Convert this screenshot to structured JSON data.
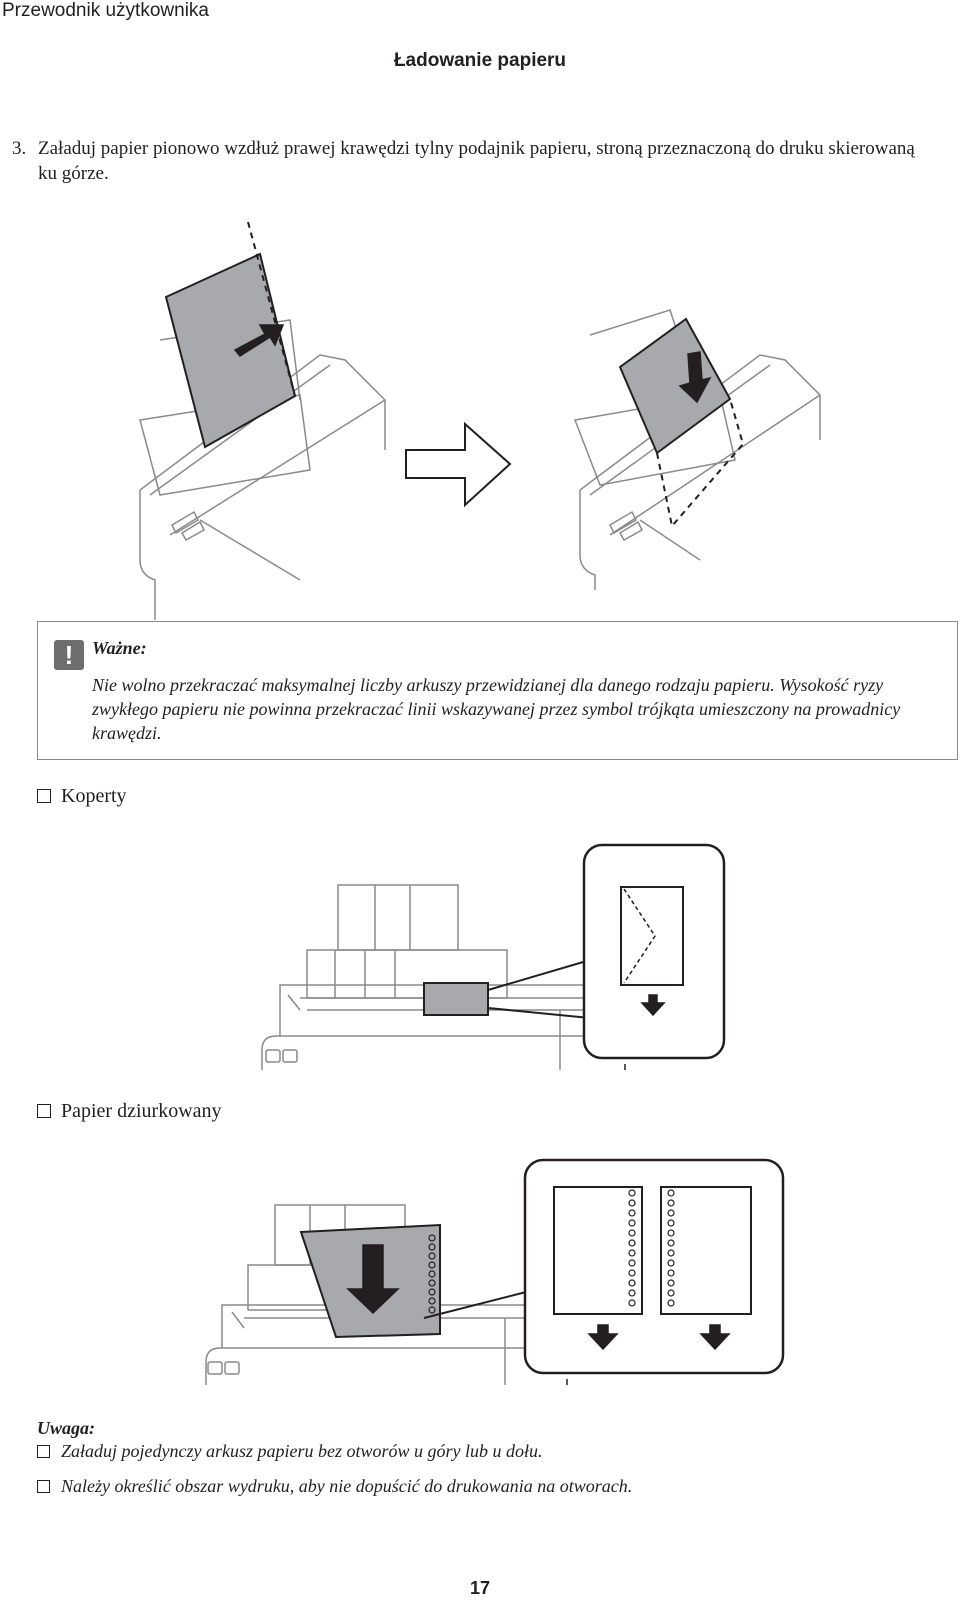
{
  "header": {
    "guide_title": "Przewodnik użytkownika",
    "section_title": "Ładowanie papieru"
  },
  "step": {
    "number": "3.",
    "text": "Załaduj papier pionowo wzdłuż prawej krawędzi tylny podajnik papieru, stroną przeznaczoną do druku skierowaną ku górze."
  },
  "important": {
    "icon": "exclamation-icon",
    "title": "Ważne:",
    "body": "Nie wolno przekraczać maksymalnej liczby arkuszy przewidzianej dla danego rodzaju papieru. Wysokość ryzy zwykłego papieru nie powinna przekraczać linii wskazywanej przez symbol trójkąta umieszczony na prowadnicy krawędzi."
  },
  "bullets": [
    {
      "label": "Koperty"
    },
    {
      "label": "Papier dziurkowany"
    }
  ],
  "note": {
    "title": "Uwaga:",
    "items": [
      "Załaduj pojedynczy arkusz papieru bez otworów u góry lub u dołu.",
      "Należy określić obszar wydruku, aby nie dopuścić do drukowania na otworach."
    ]
  },
  "page_number": "17",
  "colors": {
    "text": "#231f20",
    "paper_fill": "#a7a9ac",
    "line": "#8a8a8a",
    "icon_bg": "#6d6e70"
  }
}
